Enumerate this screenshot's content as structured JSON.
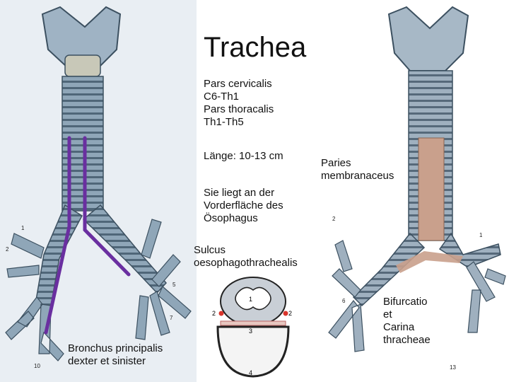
{
  "title": "Trachea",
  "description_lines": [
    "Pars cervicalis",
    "C6-Th1",
    "Pars thoracalis",
    "Th1-Th5"
  ],
  "length_text": "Länge: 10-13 cm",
  "position_lines": [
    "Sie liegt an der",
    "Vorderfläche des",
    "Ösophagus"
  ],
  "sulcus_lines": [
    "Sulcus",
    "oesophagothrachealis"
  ],
  "paries_lines": [
    "Paries",
    "membranaceus"
  ],
  "bronchus_lines": [
    "Bronchus principalis",
    "dexter et sinister"
  ],
  "bifurcation_lines": [
    "Bifurcatio",
    "et",
    " Carina",
    "thracheae"
  ],
  "cross_section_numbers": [
    "1",
    "2",
    "2",
    "3",
    "4"
  ],
  "colors": {
    "cartilage": "#8fa6b8",
    "cartilage_dark": "#4f6678",
    "membrane": "#c9a08c",
    "pointer_lines": "#6a2fa0",
    "marker_red": "#d9352c"
  }
}
